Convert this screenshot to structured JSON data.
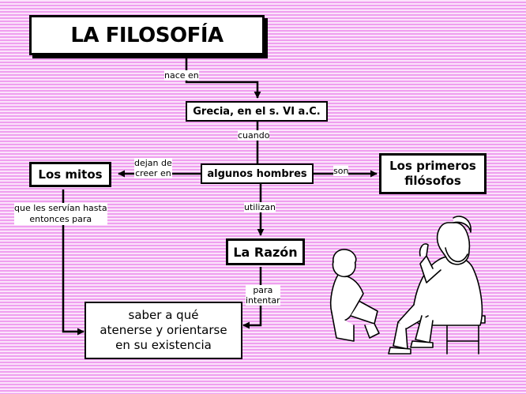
{
  "title": "LA FILOSOFÍA",
  "nodes": {
    "grecia": "Grecia, en el s. VI a.C.",
    "hombres": "algunos hombres",
    "mitos": "Los mitos",
    "filosofos_1": "Los primeros",
    "filosofos_2": "filósofos",
    "razon": "La Razón",
    "saber_1": "saber a qué",
    "saber_2": "atenerse y orientarse",
    "saber_3": "en su existencia"
  },
  "links": {
    "nace": "nace en",
    "cuando": "cuando",
    "dejan_1": "dejan de",
    "dejan_2": "creer en",
    "son": "son",
    "utilizan": "utilizan",
    "servian_1": "que les servían hasta",
    "servian_2": "entonces para",
    "para": "para",
    "intentar": "intentar"
  }
}
